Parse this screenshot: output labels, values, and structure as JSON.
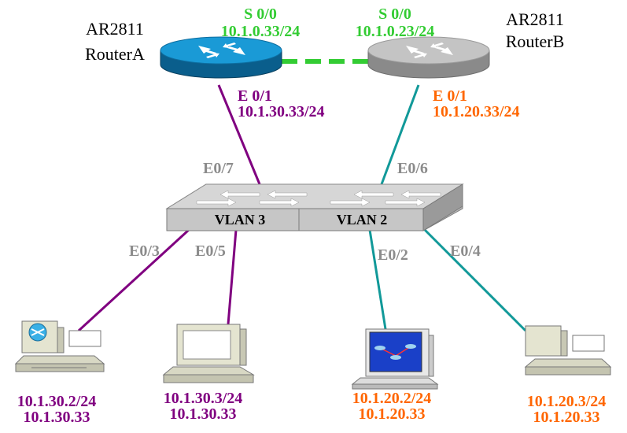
{
  "routers": {
    "a": {
      "model": "AR2811",
      "name": "RouterA",
      "color": "#1487c4"
    },
    "b": {
      "model": "AR2811",
      "name": "RouterB",
      "color": "#b0b0b0"
    }
  },
  "wan": {
    "a_port": "S 0/0",
    "a_ip": "10.1.0.33/24",
    "b_port": "S 0/0",
    "b_ip": "10.1.0.23/24",
    "color": "#33cc33"
  },
  "router_ports": {
    "a_port": "E 0/1",
    "a_ip": "10.1.30.33/24",
    "a_color": "#800080",
    "b_port": "E 0/1",
    "b_ip": "10.1.20.33/24",
    "b_color": "#ff6600"
  },
  "switch": {
    "vlan3": "VLAN 3",
    "vlan2": "VLAN 2",
    "ports": {
      "e07": "E0/7",
      "e06": "E0/6",
      "e03": "E0/3",
      "e05": "E0/5",
      "e02": "E0/2",
      "e04": "E0/4"
    },
    "port_color": "#8c8c8c"
  },
  "hosts": [
    {
      "ip": "10.1.30.2/24",
      "gw": "10.1.30.33",
      "color": "#800080"
    },
    {
      "ip": "10.1.30.3/24",
      "gw": "10.1.30.33",
      "color": "#800080"
    },
    {
      "ip": "10.1.20.2/24",
      "gw": "10.1.20.33",
      "color": "#ff6600"
    },
    {
      "ip": "10.1.20.3/24",
      "gw": "10.1.20.33",
      "color": "#ff6600"
    }
  ],
  "link_colors": {
    "vlan3": "#800080",
    "vlan2": "#119999"
  }
}
